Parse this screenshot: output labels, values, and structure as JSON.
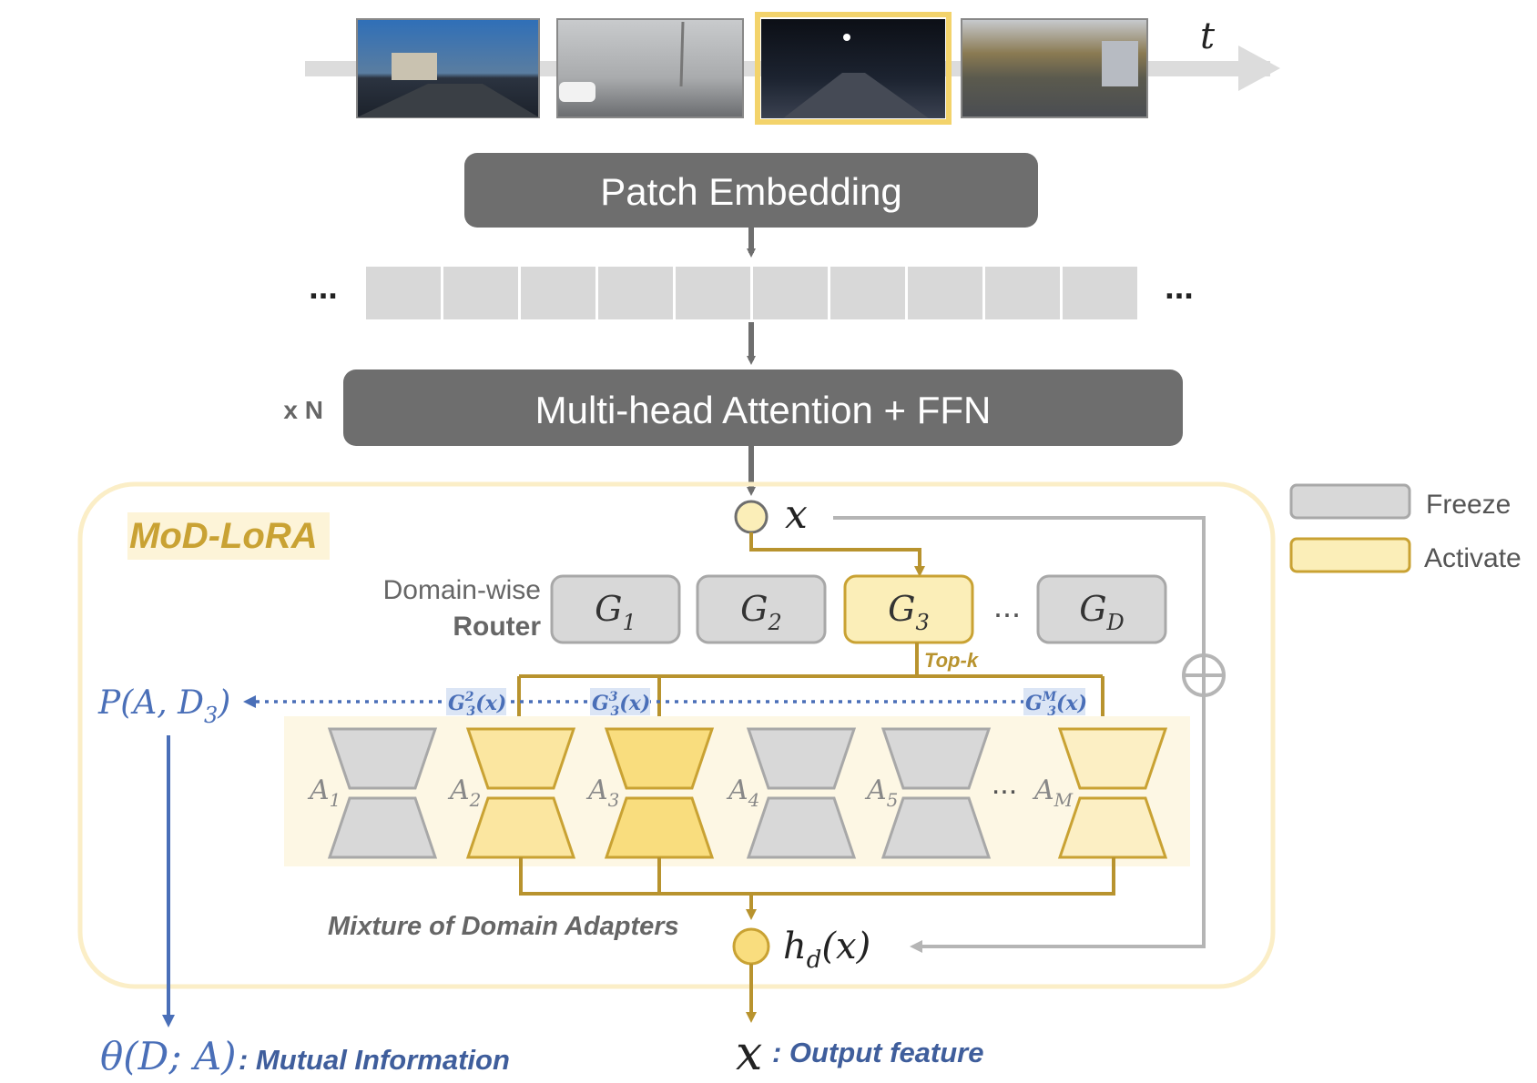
{
  "timeline": {
    "time_label": "t"
  },
  "patch_embedding": {
    "label": "Patch Embedding"
  },
  "tokens": {
    "ellipsis_left": "...",
    "ellipsis_right": "..."
  },
  "attention": {
    "label": "Multi-head Attention + FFN",
    "repeat_label": "x N"
  },
  "legend": {
    "freeze_label": "Freeze",
    "activate_label": "Activate"
  },
  "modlora": {
    "title": "MoD-LoRA"
  },
  "input": {
    "symbol": "x"
  },
  "router": {
    "label_line1": "Domain-wise",
    "label_line2": "Router",
    "gates": [
      {
        "base": "G",
        "sub": "1"
      },
      {
        "base": "G",
        "sub": "2"
      },
      {
        "base": "G",
        "sub": "3"
      },
      {
        "base": "G",
        "sub": "D"
      }
    ],
    "ellipsis": "...",
    "topk_label": "Top-k"
  },
  "gate_weights": [
    {
      "base": "G",
      "sub": "3",
      "sup": "2",
      "arg": "(x)"
    },
    {
      "base": "G",
      "sub": "3",
      "sup": "3",
      "arg": "(x)"
    },
    {
      "base": "G",
      "sub": "3",
      "sup": "M",
      "arg": "(x)"
    }
  ],
  "probability": {
    "text": "P(A, D",
    "sub": "3",
    "close": ")"
  },
  "adapters": {
    "items": [
      {
        "base": "A",
        "sub": "1"
      },
      {
        "base": "A",
        "sub": "2"
      },
      {
        "base": "A",
        "sub": "3"
      },
      {
        "base": "A",
        "sub": "4"
      },
      {
        "base": "A",
        "sub": "5"
      },
      {
        "base": "A",
        "sub": "M"
      }
    ],
    "ellipsis": "...",
    "caption": "Mixture of Domain Adapters"
  },
  "output": {
    "symbol_base": "h",
    "symbol_sub": "d",
    "symbol_arg": "(x)",
    "sum_symbol": "⊕"
  },
  "footer": {
    "mi_formula": "θ(D; A)",
    "mi_label": ": Mutual Information",
    "out_symbol": "x",
    "out_label": ": Output feature"
  },
  "colors": {
    "freeze_fill": "#d8d8d8",
    "freeze_stroke": "#a8a8a8",
    "activate_fill": "#fbeeb8",
    "activate_stroke": "#c9a233",
    "gold": "#b8932e",
    "blue": "#4a6fb8",
    "dark_block": "#6e6e6e"
  }
}
